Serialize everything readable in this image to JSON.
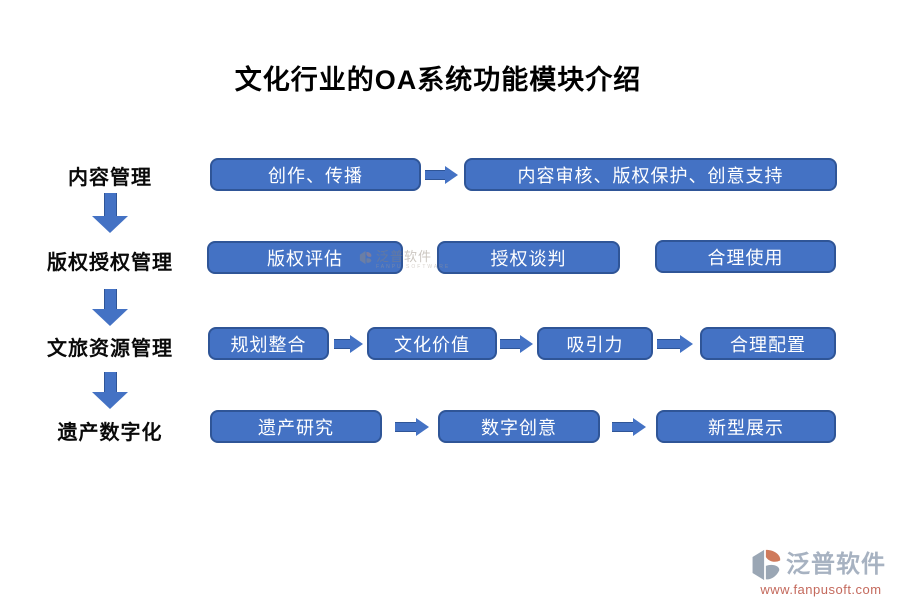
{
  "title": "文化行业的OA系统功能模块介绍",
  "rows": [
    {
      "label": "内容管理",
      "boxes": [
        "创作、传播",
        "内容审核、版权保护、创意支持"
      ]
    },
    {
      "label": "版权授权管理",
      "boxes": [
        "版权评估",
        "授权谈判",
        "合理使用"
      ]
    },
    {
      "label": "文旅资源管理",
      "boxes": [
        "规划整合",
        "文化价值",
        "吸引力",
        "合理配置"
      ]
    },
    {
      "label": "遗产数字化",
      "boxes": [
        "遗产研究",
        "数字创意",
        "新型展示"
      ]
    }
  ],
  "watermark": {
    "text": "泛普软件",
    "subtext": "FANPU SOFTWARE"
  },
  "logo": {
    "name": "泛普软件",
    "url": "www.fanpusoft.com"
  },
  "colors": {
    "box_fill": "#4472C4",
    "box_border": "#2F5597",
    "box_text": "#FFFFFF",
    "arrow": "#4472C4",
    "title_text": "#000000",
    "logo_text": "#A7B2C1",
    "logo_url": "#C4695C"
  }
}
